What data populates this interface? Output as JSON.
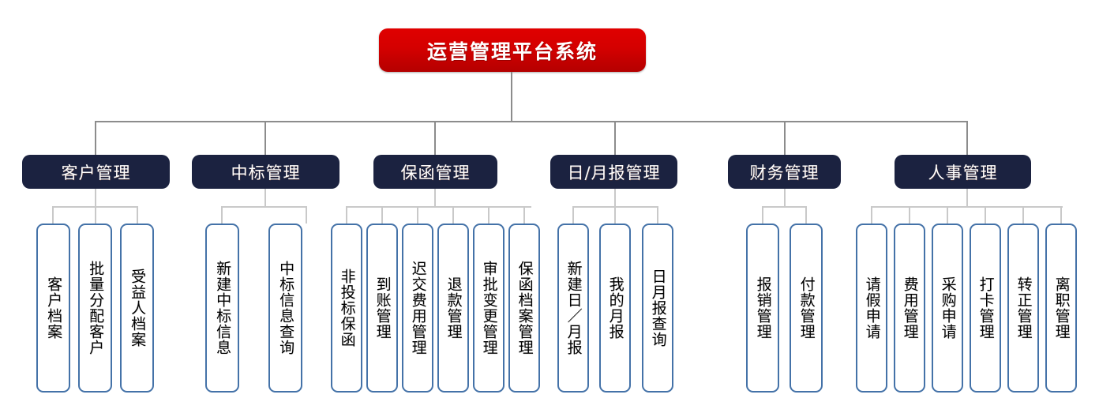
{
  "diagram": {
    "title": "运营管理平台系统",
    "type": "org-chart",
    "colors": {
      "root_fill": "#d40000",
      "root_text": "#ffffff",
      "level2_fill": "#1b2240",
      "level2_text": "#ffffff",
      "leaf_border": "#4472a8",
      "leaf_fill": "#ffffff",
      "leaf_text": "#000000",
      "connector_level2": "#8c8c8c",
      "connector_level3": "#c9c9c9",
      "background": "#ffffff"
    }
  },
  "root": {
    "label": "运营管理平台系统"
  },
  "branches": [
    {
      "label": "客户管理",
      "children": [
        {
          "label": "客户档案"
        },
        {
          "label": "批量分配客户"
        },
        {
          "label": "受益人档案"
        }
      ]
    },
    {
      "label": "中标管理",
      "children": [
        {
          "label": "新建中标信息"
        },
        {
          "label": "中标信息查询"
        }
      ]
    },
    {
      "label": "保函管理",
      "children": [
        {
          "label": "非投标保函"
        },
        {
          "label": "到账管理"
        },
        {
          "label": "迟交费用管理"
        },
        {
          "label": "退款管理"
        },
        {
          "label": "审批变更管理"
        },
        {
          "label": "保函档案管理"
        }
      ]
    },
    {
      "label": "日/月报管理",
      "children": [
        {
          "label": "新建日／月报"
        },
        {
          "label": "我的月报"
        },
        {
          "label": "日月报查询"
        }
      ]
    },
    {
      "label": "财务管理",
      "children": [
        {
          "label": "报销管理"
        },
        {
          "label": "付款管理"
        }
      ]
    },
    {
      "label": "人事管理",
      "children": [
        {
          "label": "请假申请"
        },
        {
          "label": "费用管理"
        },
        {
          "label": "采购申请"
        },
        {
          "label": "打卡管理"
        },
        {
          "label": "转正管理"
        },
        {
          "label": "离职管理"
        }
      ]
    }
  ]
}
